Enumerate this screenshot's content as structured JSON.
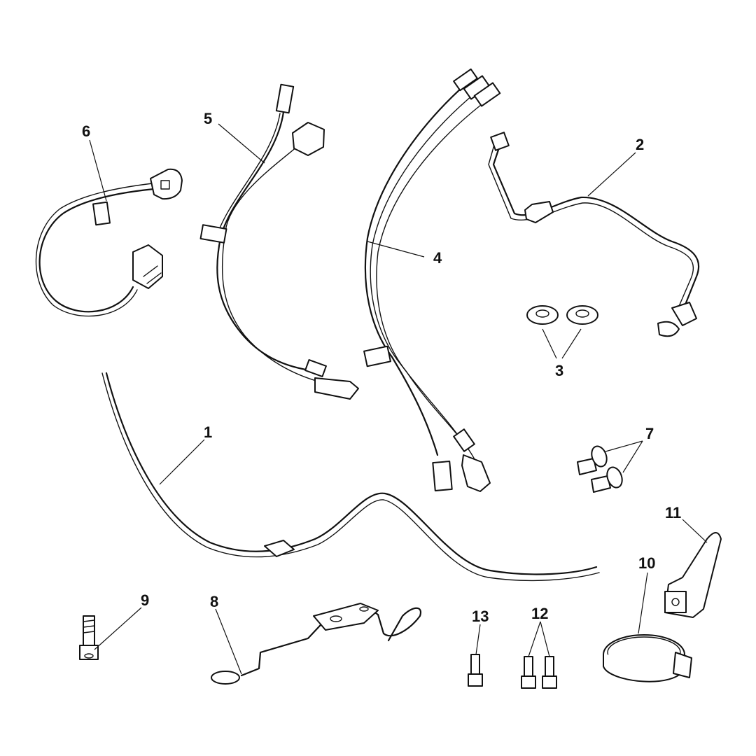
{
  "callouts": [
    {
      "id": "1",
      "label": "1"
    },
    {
      "id": "2",
      "label": "2"
    },
    {
      "id": "3",
      "label": "3"
    },
    {
      "id": "4",
      "label": "4"
    },
    {
      "id": "5",
      "label": "5"
    },
    {
      "id": "6",
      "label": "6"
    },
    {
      "id": "7",
      "label": "7"
    },
    {
      "id": "8",
      "label": "8"
    },
    {
      "id": "9",
      "label": "9"
    },
    {
      "id": "10",
      "label": "10"
    },
    {
      "id": "11",
      "label": "11"
    },
    {
      "id": "12",
      "label": "12"
    },
    {
      "id": "13",
      "label": "13"
    }
  ],
  "colors": {
    "ink": "#111111",
    "background": "#ffffff"
  }
}
